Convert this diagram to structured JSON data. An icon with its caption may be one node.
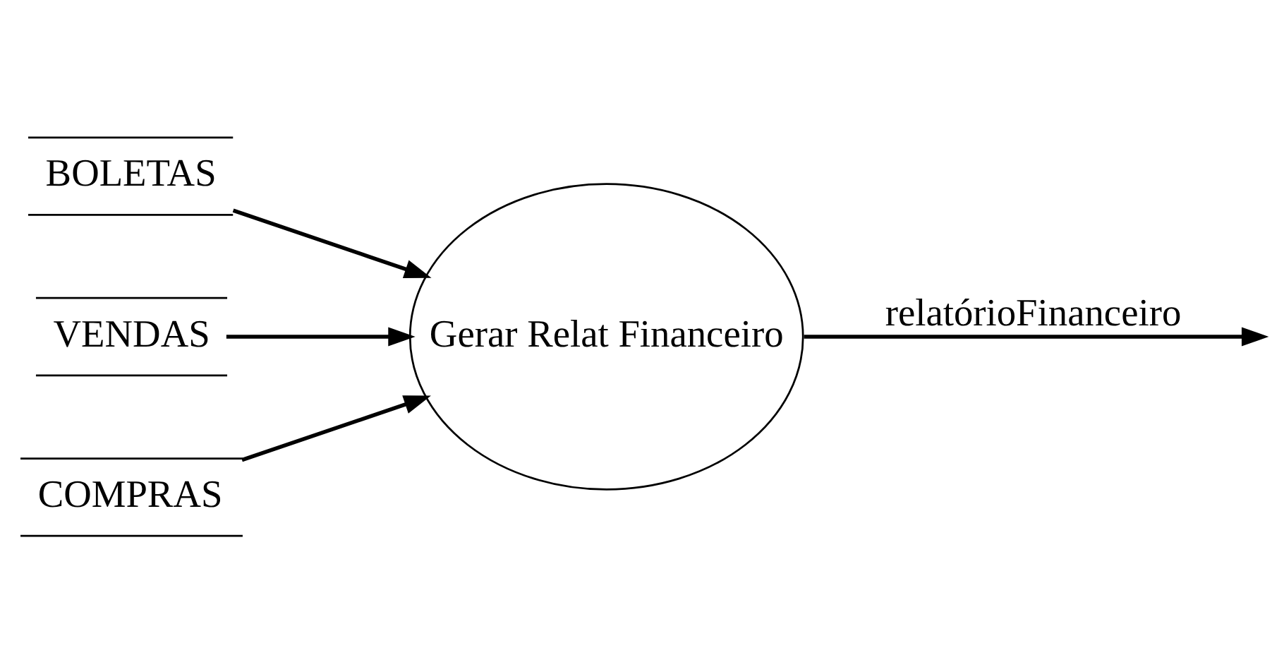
{
  "diagram": {
    "nodes": [
      {
        "text": [
          "BOLETAS"
        ]
      },
      {
        "text": [
          "Gerar Relat Financeiro"
        ]
      },
      {
        "text": [
          "VENDAS"
        ]
      },
      {
        "text": [
          "COMPRAS"
        ]
      }
    ],
    "edges": [
      {
        "from": 0,
        "to": 1,
        "arrow": "to"
      },
      {
        "from": 1,
        "to": null,
        "arrow": "to",
        "label": "relatórioFinanceiro"
      },
      {
        "from": 2,
        "to": 1,
        "arrow": "to"
      },
      {
        "from": 3,
        "to": 1,
        "arrow": "to"
      }
    ]
  }
}
